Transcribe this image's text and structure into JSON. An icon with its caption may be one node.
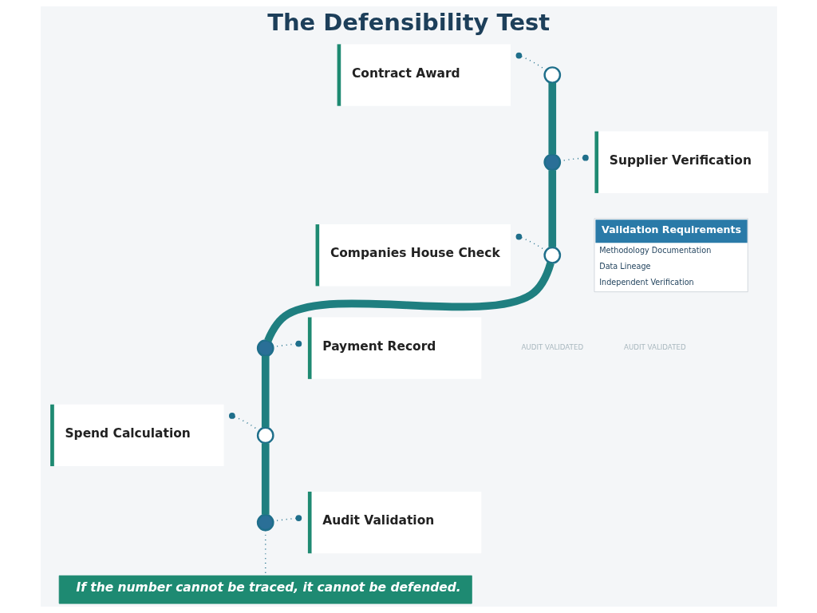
{
  "diagram": {
    "title": "The Defensibility Test",
    "nodes": [
      {
        "text": [
          "Contract Award"
        ]
      },
      {
        "text": [
          "Supplier Verification"
        ]
      },
      {
        "text": [
          "Validation Requirements",
          "Methodology Documentation",
          "Data Lineage",
          "Independent Verification"
        ]
      },
      {
        "text": [
          "Companies House Check"
        ]
      },
      {
        "text": [
          "Payment Record"
        ]
      },
      {
        "text": [
          "Spend Calculation"
        ]
      },
      {
        "text": [
          "Audit Validation"
        ]
      },
      {
        "text": [],
        "shape": "circle"
      },
      {
        "text": [],
        "shape": "circle"
      },
      {
        "text": [],
        "shape": "circle"
      },
      {
        "text": [],
        "shape": "circle"
      },
      {
        "text": [],
        "shape": "circle"
      },
      {
        "text": [],
        "shape": "circle"
      },
      {
        "text": [
          "If the number cannot be traced, it cannot be defended."
        ]
      }
    ],
    "edges": [
      {
        "from": 7,
        "to": 8,
        "arrow": "none",
        "style": "thick"
      },
      {
        "from": 8,
        "to": 9,
        "arrow": "none",
        "style": "thick"
      },
      {
        "from": 9,
        "to": 10,
        "arrow": "none",
        "style": "thick"
      },
      {
        "from": 10,
        "to": 11,
        "arrow": "none",
        "style": "thick"
      },
      {
        "from": 11,
        "to": 12,
        "arrow": "none",
        "style": "thick"
      },
      {
        "from": 0,
        "to": 7,
        "arrow": "other",
        "style": "dashed"
      },
      {
        "from": 1,
        "to": 8,
        "arrow": "other",
        "style": "dashed"
      },
      {
        "from": 3,
        "to": 9,
        "arrow": "other",
        "style": "dashed"
      },
      {
        "from": 4,
        "to": 10,
        "arrow": "other",
        "style": "dashed"
      },
      {
        "from": 5,
        "to": 11,
        "arrow": "other",
        "style": "dashed"
      },
      {
        "from": 6,
        "to": 12,
        "arrow": "other",
        "style": "dashed"
      },
      {
        "from": 12,
        "to": 13,
        "arrow": "none",
        "style": "dashed"
      }
    ],
    "labels": [
      "AUDIT VALIDATED",
      "AUDIT VALIDATED"
    ]
  }
}
